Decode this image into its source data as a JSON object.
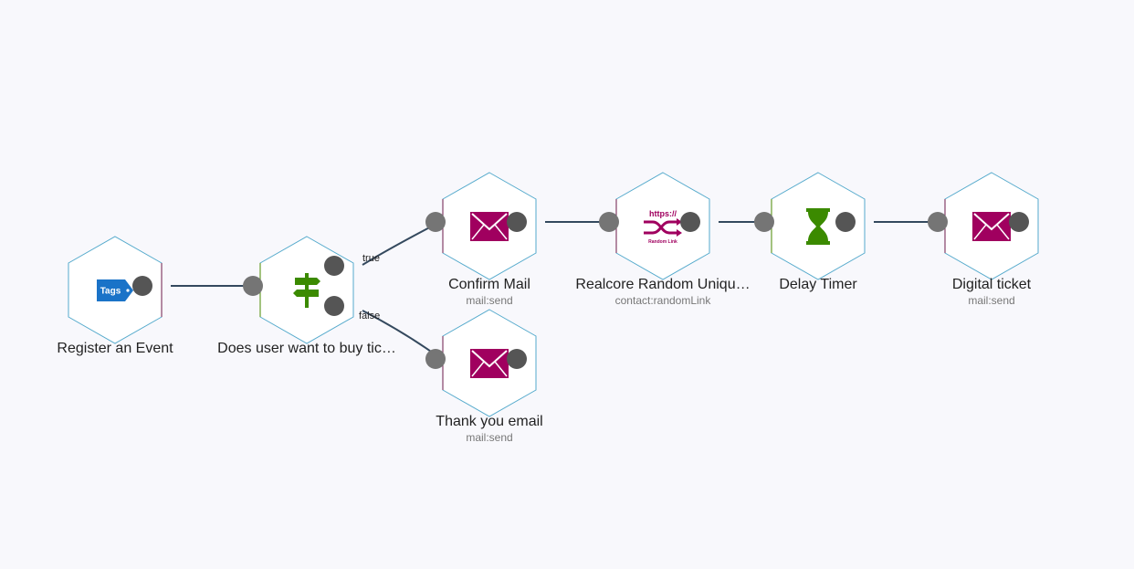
{
  "nodes": {
    "register": {
      "label": "Register an Event",
      "sublabel": "",
      "icon": "tag-icon",
      "icon_text": "Tags"
    },
    "decision": {
      "label": "Does user want to buy tic…",
      "sublabel": "",
      "icon": "signpost-icon"
    },
    "confirm": {
      "label": "Confirm Mail",
      "sublabel": "mail:send",
      "icon": "mail-icon"
    },
    "thanks": {
      "label": "Thank you email",
      "sublabel": "mail:send",
      "icon": "mail-icon"
    },
    "random": {
      "label": "Realcore Random Uniqu…",
      "sublabel": "contact:randomLink",
      "icon": "random-link-icon",
      "icon_text": "https://",
      "icon_caption": "Random Link"
    },
    "delay": {
      "label": "Delay Timer",
      "sublabel": "",
      "icon": "hourglass-icon"
    },
    "ticket": {
      "label": "Digital ticket",
      "sublabel": "mail:send",
      "icon": "mail-icon"
    }
  },
  "edges": {
    "true_label": "true",
    "false_label": "false"
  },
  "colors": {
    "mail": "#a0005f",
    "tag": "#1a73c8",
    "green": "#3b8a00",
    "edge": "#34495e",
    "hex_stroke": "#55aacc"
  }
}
